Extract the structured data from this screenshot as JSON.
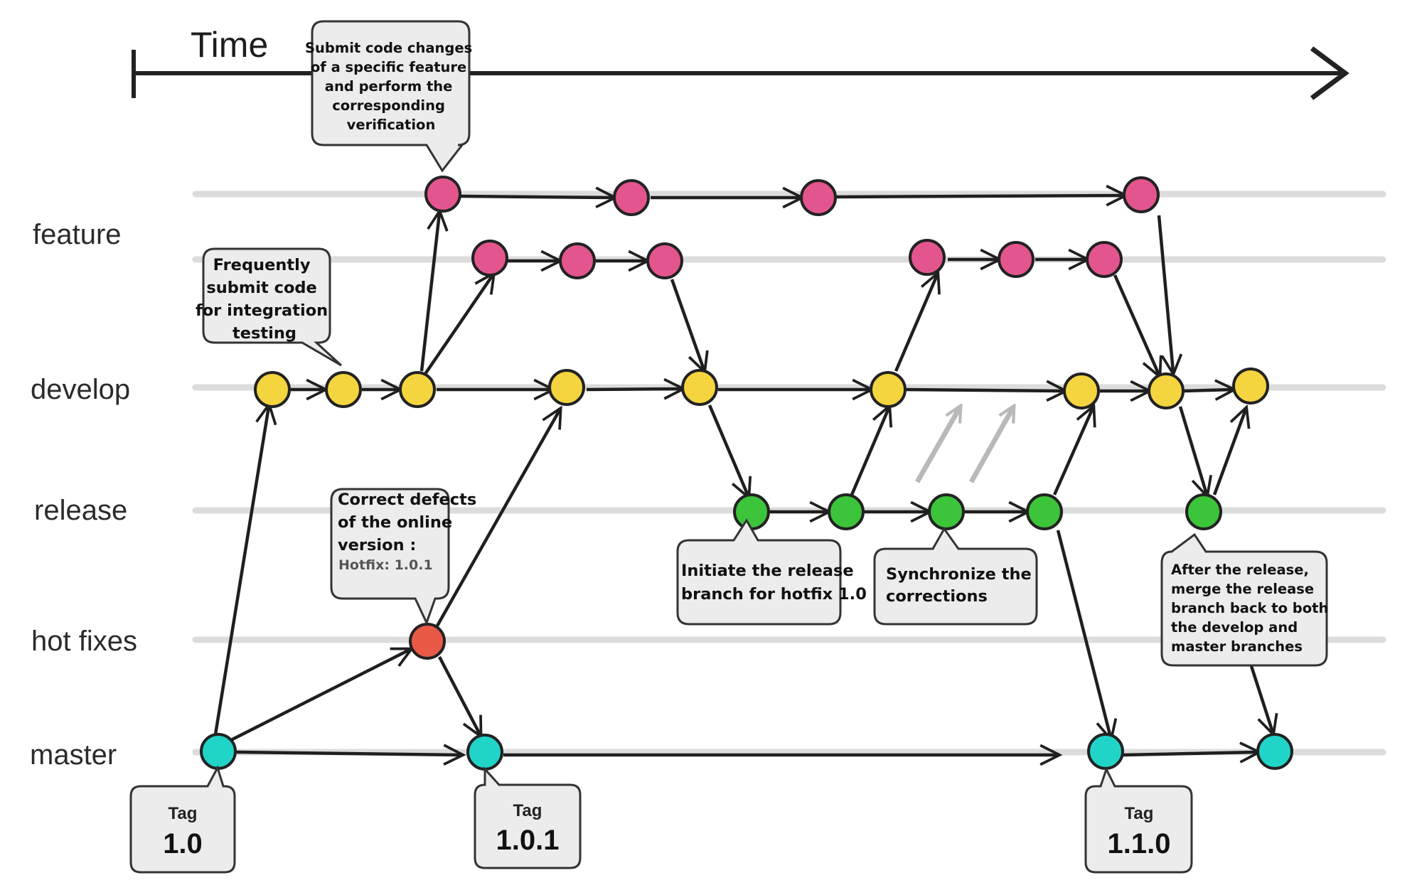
{
  "time_label": "Time",
  "lanes": {
    "feature": "feature",
    "develop": "develop",
    "release": "release",
    "hotfixes": "hot fixes",
    "master": "master"
  },
  "colors": {
    "feature": "#e3558f",
    "develop": "#f4d540",
    "release": "#3cc43a",
    "hotfix": "#e85a45",
    "master": "#21d4c8"
  },
  "notes": {
    "feature_submit": [
      "Submit code changes",
      "of a specific feature",
      "and perform the",
      "corresponding",
      "verification"
    ],
    "frequent_submit": [
      "Frequently",
      "submit code",
      "for integration",
      "testing"
    ],
    "correct_defects": [
      "Correct defects",
      "of the online",
      "version :"
    ],
    "correct_defects_sub": "Hotfix: 1.0.1",
    "initiate_release": [
      "Initiate the release",
      "branch for hotfix 1.0"
    ],
    "synchronize": [
      "Synchronize the",
      "corrections"
    ],
    "after_release": [
      "After the release,",
      "merge the release",
      "branch back to both",
      "the develop and",
      "master branches"
    ]
  },
  "tags": [
    {
      "caption": "Tag",
      "version": "1.0"
    },
    {
      "caption": "Tag",
      "version": "1.0.1"
    },
    {
      "caption": "Tag",
      "version": "1.1.0"
    }
  ]
}
